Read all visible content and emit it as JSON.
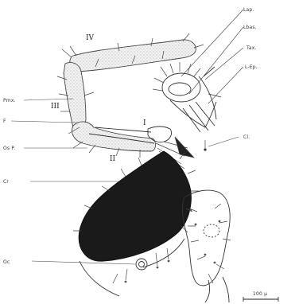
{
  "labels": {
    "lap": "Lap.",
    "lbas": "Lbas.",
    "tax": "Tax.",
    "lep": "L-Ep.",
    "pmx": "Pmx.",
    "f": "F",
    "osp": "Os P.",
    "cr": "Cr",
    "cl": "Cl.",
    "oc": "Oc"
  },
  "segments": {
    "i": "I",
    "ii": "II",
    "iii": "III",
    "iv": "IV"
  },
  "scale_bar": {
    "label": "100 µ"
  }
}
